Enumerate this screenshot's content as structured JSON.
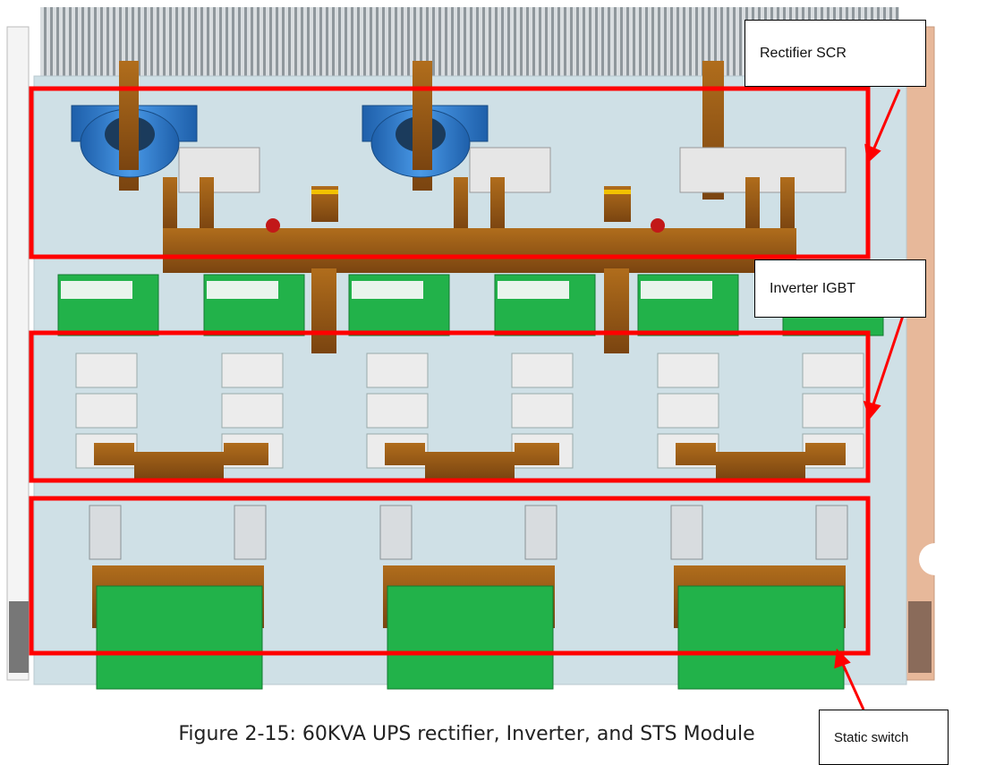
{
  "labels": {
    "rectifier": "Rectifier SCR",
    "inverter": "Inverter IGBT",
    "static_switch": "Static switch"
  },
  "caption": "Figure 2-15: 60KVA UPS rectifier, Inverter, and STS Module",
  "colors": {
    "panel": "#cfe0e6",
    "highlight_box": "#ff0000",
    "copper_bus": "#9a5a12",
    "pcb_green": "#22b24a",
    "toroid_blue": "#2f7fd6",
    "heatsink": "#a9b0b4",
    "copper_rail": "#e7b89a"
  }
}
